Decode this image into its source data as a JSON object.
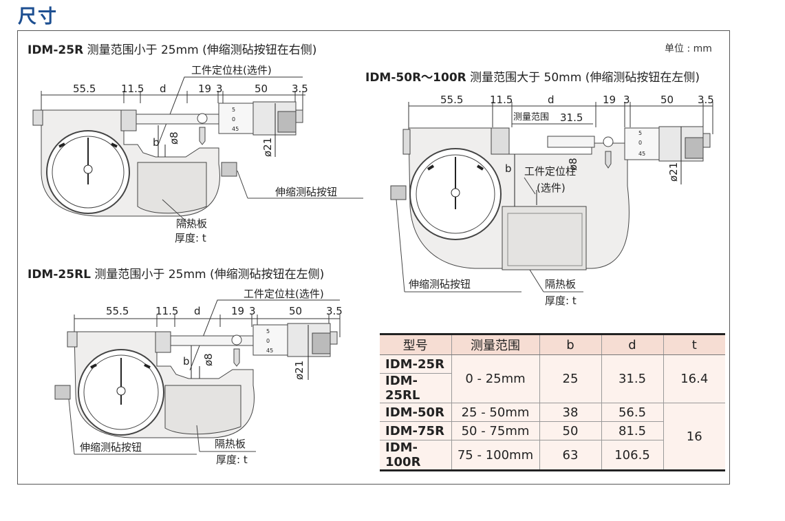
{
  "page_title": "尺寸",
  "unit_label": "单位 : mm",
  "headings": {
    "h1": {
      "model": "IDM-25R",
      "desc": "测量范围小于 25mm (伸缩测砧按钮在右侧)"
    },
    "h2": {
      "model": "IDM-50R～100R",
      "desc": "测量范围大于 50mm (伸缩测砧按钮在左侧)"
    },
    "h3": {
      "model": "IDM-25RL",
      "desc": "测量范围小于 25mm (伸缩测砧按钮在左侧)"
    }
  },
  "drawing1": {
    "dims": {
      "a": "55.5",
      "b": "11.5",
      "c": "d",
      "d": "19",
      "e": "3",
      "f": "50",
      "g": "3.5"
    },
    "workpiece_stop": "工件定位柱(选件)",
    "b_label": "b",
    "dia8": "ø8",
    "dia21": "ø21",
    "button": "伸缩测砧按钮",
    "heat_plate": "隔热板",
    "thickness": "厚度: t",
    "scale": [
      "5",
      "0",
      "45"
    ]
  },
  "drawing2": {
    "dims": {
      "a": "55.5",
      "b": "11.5",
      "c": "d",
      "d": "19",
      "e": "3",
      "f": "50",
      "g": "3.5"
    },
    "range_label": "测量范围",
    "range_value": "31.5",
    "workpiece_stop_1": "工件定位柱",
    "workpiece_stop_2": "(选件)",
    "b_label": "b",
    "dia8": "ø8",
    "dia21": "ø21",
    "button": "伸缩测砧按钮",
    "heat_plate": "隔热板",
    "thickness": "厚度: t",
    "scale": [
      "5",
      "0",
      "45"
    ]
  },
  "drawing3": {
    "dims": {
      "a": "55.5",
      "b": "11.5",
      "c": "d",
      "d": "19",
      "e": "3",
      "f": "50",
      "g": "3.5"
    },
    "workpiece_stop": "工件定位柱(选件)",
    "b_label": "b",
    "dia8": "ø8",
    "dia21": "ø21",
    "button": "伸缩测砧按钮",
    "heat_plate": "隔热板",
    "thickness": "厚度: t",
    "scale": [
      "5",
      "0",
      "45"
    ]
  },
  "table": {
    "headers": [
      "型号",
      "测量范围",
      "b",
      "d",
      "t"
    ],
    "rows": [
      {
        "model": "IDM-25R",
        "range": "0 - 25mm",
        "b": "25",
        "d": "31.5",
        "t": "16.4"
      },
      {
        "model": "IDM-25RL"
      },
      {
        "model": "IDM-50R",
        "range": "25 - 50mm",
        "b": "38",
        "d": "56.5",
        "t": "16"
      },
      {
        "model": "IDM-75R",
        "range": "50 - 75mm",
        "b": "50",
        "d": "81.5"
      },
      {
        "model": "IDM-100R",
        "range": "75 - 100mm",
        "b": "63",
        "d": "106.5"
      }
    ]
  }
}
